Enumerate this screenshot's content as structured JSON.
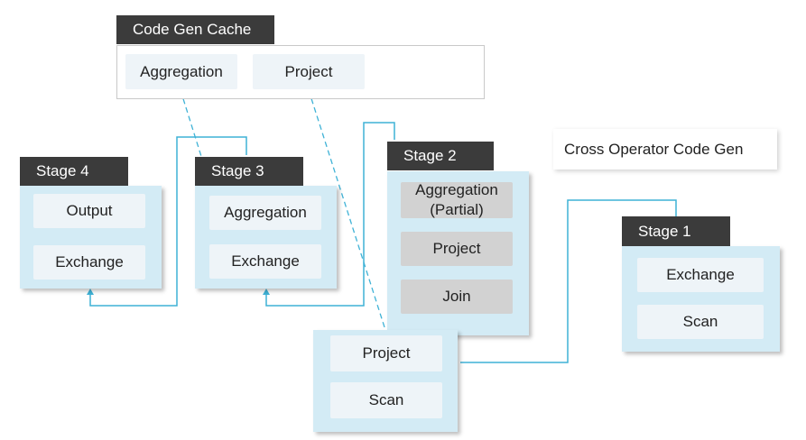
{
  "cache": {
    "title": "Code Gen Cache",
    "items": [
      "Aggregation",
      "Project"
    ]
  },
  "note": "Cross Operator Code Gen",
  "stages": {
    "stage4": {
      "label": "Stage 4",
      "ops": [
        "Output",
        "Exchange"
      ]
    },
    "stage3": {
      "label": "Stage 3",
      "ops": [
        "Aggregation",
        "Exchange"
      ]
    },
    "stage2": {
      "label": "Stage 2",
      "ops": [
        "Aggregation\n(Partial)",
        "Project",
        "Join"
      ]
    },
    "stage1": {
      "label": "Stage 1",
      "ops": [
        "Exchange",
        "Scan"
      ]
    },
    "stage0": {
      "ops": [
        "Project",
        "Scan"
      ]
    }
  },
  "colors": {
    "panel": "#d3ebf5",
    "tag": "#3b3b3b",
    "tile": "#eef4f8",
    "grey_tile": "#d2d2d2",
    "connector": "#3fb2d6"
  }
}
